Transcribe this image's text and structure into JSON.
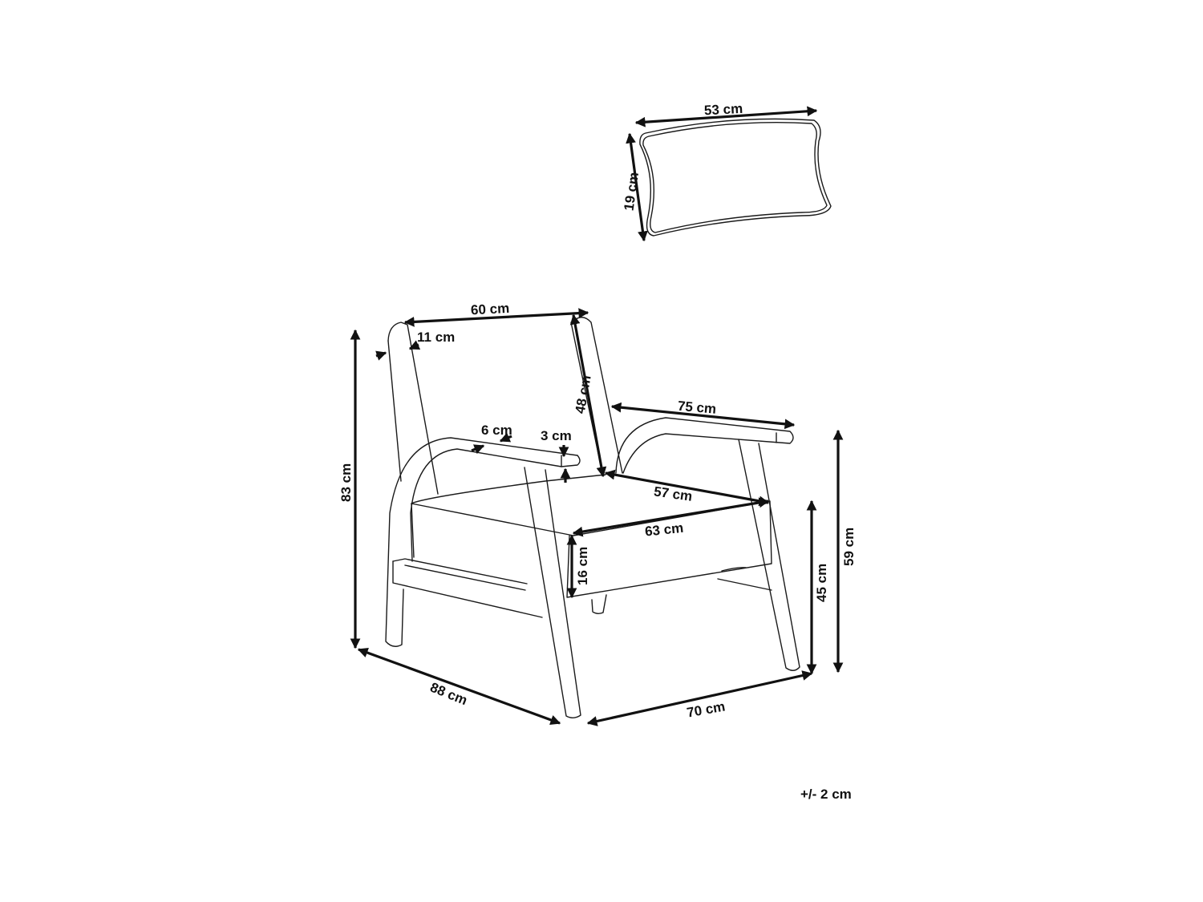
{
  "title": "Armchair and cushion dimensions",
  "pillow": {
    "width": "53 cm",
    "height": "19 cm"
  },
  "chair": {
    "backrest_width": "60 cm",
    "backrest_frame": "11 cm",
    "backrest_height": "48 cm",
    "armrest_length": "75 cm",
    "armrest_width": "6 cm",
    "armrest_thickness": "3 cm",
    "seat_depth": "57 cm",
    "seat_width": "63 cm",
    "seat_cushion_height": "16 cm",
    "total_height": "83 cm",
    "total_depth": "88 cm",
    "total_width": "70 cm",
    "seat_height": "45 cm",
    "armrest_height": "59 cm"
  },
  "tolerance": "+/- 2 cm"
}
